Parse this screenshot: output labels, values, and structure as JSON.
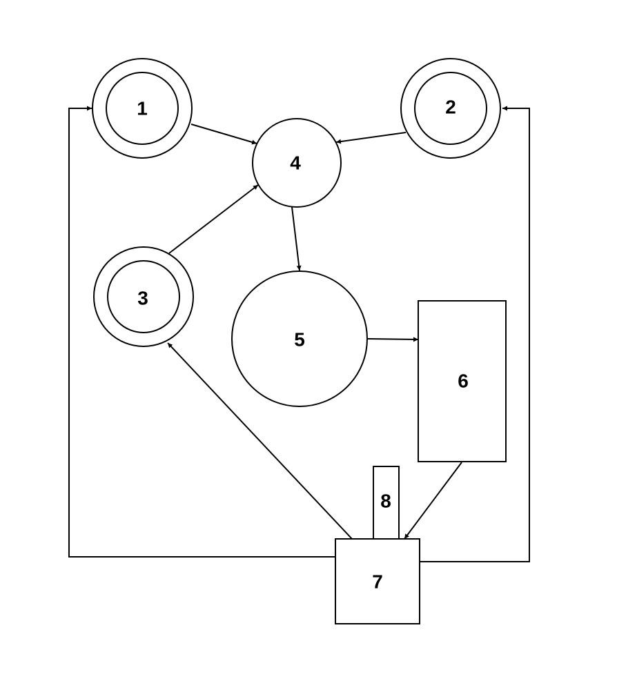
{
  "diagram": {
    "line_color": "#000000",
    "background_color": "#ffffff",
    "nodes": [
      {
        "id": "1",
        "label": "1",
        "shape": "double-circle"
      },
      {
        "id": "2",
        "label": "2",
        "shape": "double-circle"
      },
      {
        "id": "3",
        "label": "3",
        "shape": "double-circle"
      },
      {
        "id": "4",
        "label": "4",
        "shape": "circle"
      },
      {
        "id": "5",
        "label": "5",
        "shape": "circle"
      },
      {
        "id": "6",
        "label": "6",
        "shape": "rectangle"
      },
      {
        "id": "7",
        "label": "7",
        "shape": "square"
      },
      {
        "id": "8",
        "label": "8",
        "shape": "rectangle"
      }
    ],
    "edges": [
      {
        "from": "1",
        "to": "4"
      },
      {
        "from": "2",
        "to": "4"
      },
      {
        "from": "3",
        "to": "4"
      },
      {
        "from": "4",
        "to": "5"
      },
      {
        "from": "5",
        "to": "6"
      },
      {
        "from": "6",
        "to": "7"
      },
      {
        "from": "7",
        "to": "3"
      },
      {
        "from": "7",
        "to": "1"
      },
      {
        "from": "7",
        "to": "2"
      }
    ]
  }
}
